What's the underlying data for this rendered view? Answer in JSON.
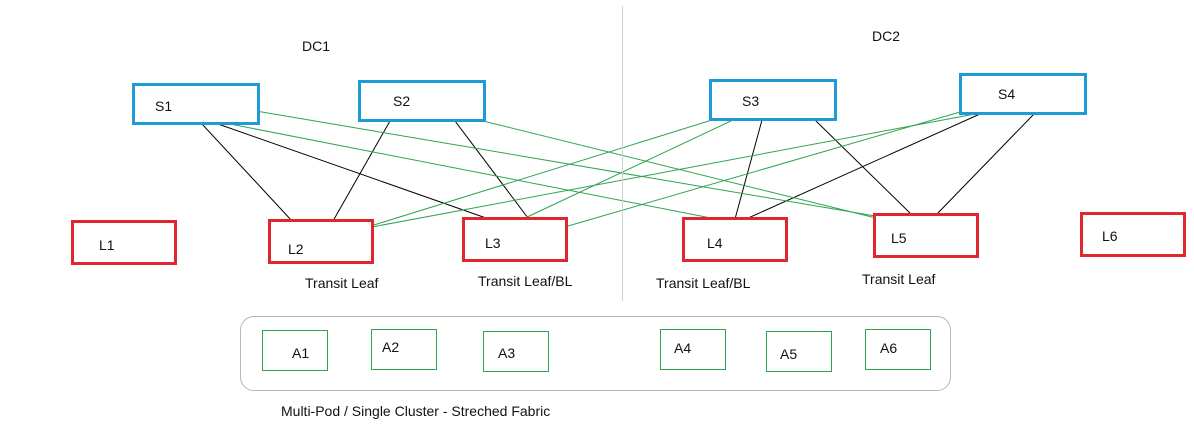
{
  "diagram": {
    "dc_labels": [
      "DC1",
      "DC2"
    ],
    "spines": [
      "S1",
      "S2",
      "S3",
      "S4"
    ],
    "leaves": [
      "L1",
      "L2",
      "L3",
      "L4",
      "L5",
      "L6"
    ],
    "leaf_roles": [
      "Transit Leaf",
      "Transit Leaf/BL",
      "Transit Leaf/BL",
      "Transit Leaf"
    ],
    "apics": [
      "A1",
      "A2",
      "A3",
      "A4",
      "A5",
      "A6"
    ],
    "caption": "Multi-Pod / Single Cluster - Streched Fabric",
    "colors": {
      "spine_border": "#1e9ad6",
      "leaf_border": "#e0262e",
      "apic_border": "#2ea44f",
      "local_link": "#000000",
      "cross_link": "#2ea44f"
    }
  }
}
